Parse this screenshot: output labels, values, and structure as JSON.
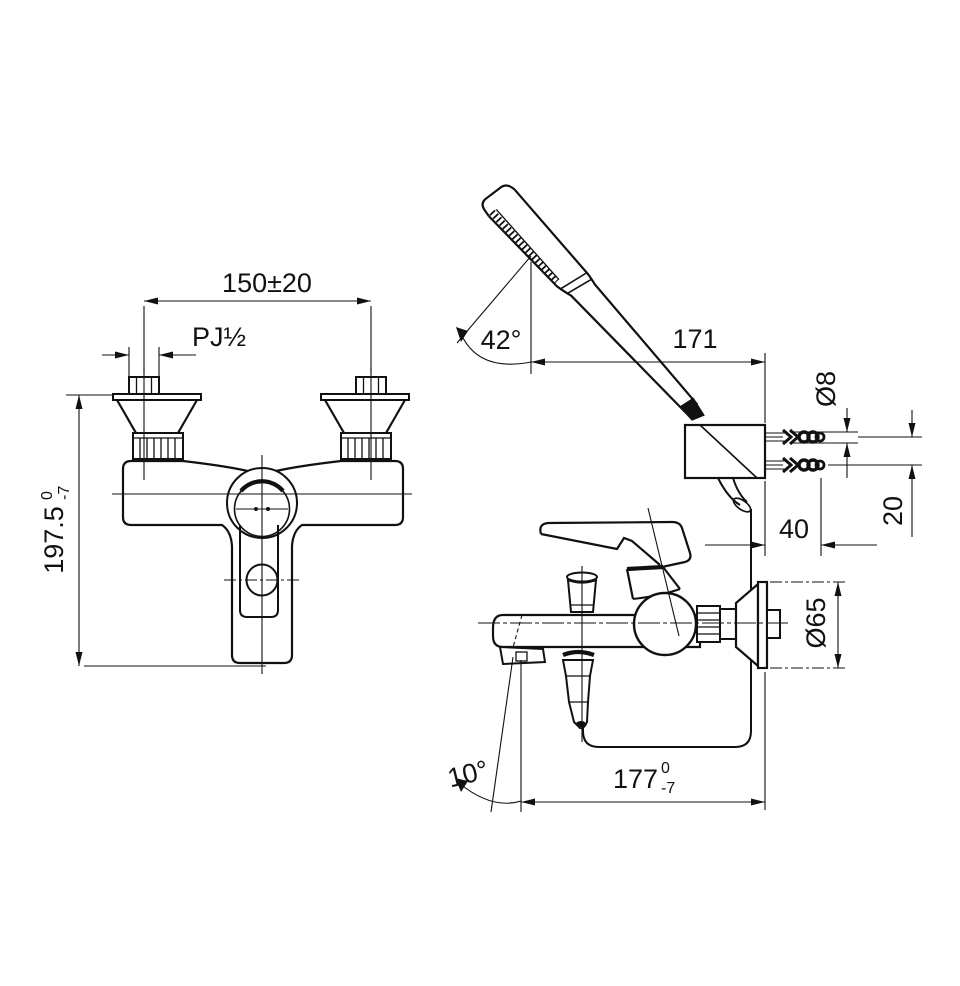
{
  "drawing": {
    "type": "technical installation drawing",
    "subject": "wall-mounted bath and shower mixer with hand shower",
    "dims": {
      "inlet_spacing": "150±20",
      "inlet_thread": "PJ½",
      "overall_height": {
        "value": "197.5",
        "tol_upper": "0",
        "tol_lower": "-7"
      },
      "handshower_angle": "42°",
      "handshower_offset": "171",
      "anchor_hole_dia": "Ø8",
      "screw_spacing": "20",
      "anchor_depth": "40",
      "flange_dia": "Ø65",
      "spout_face_angle": "10°",
      "spout_reach": {
        "value": "177",
        "tol_upper": "0",
        "tol_lower": "-7"
      }
    }
  }
}
